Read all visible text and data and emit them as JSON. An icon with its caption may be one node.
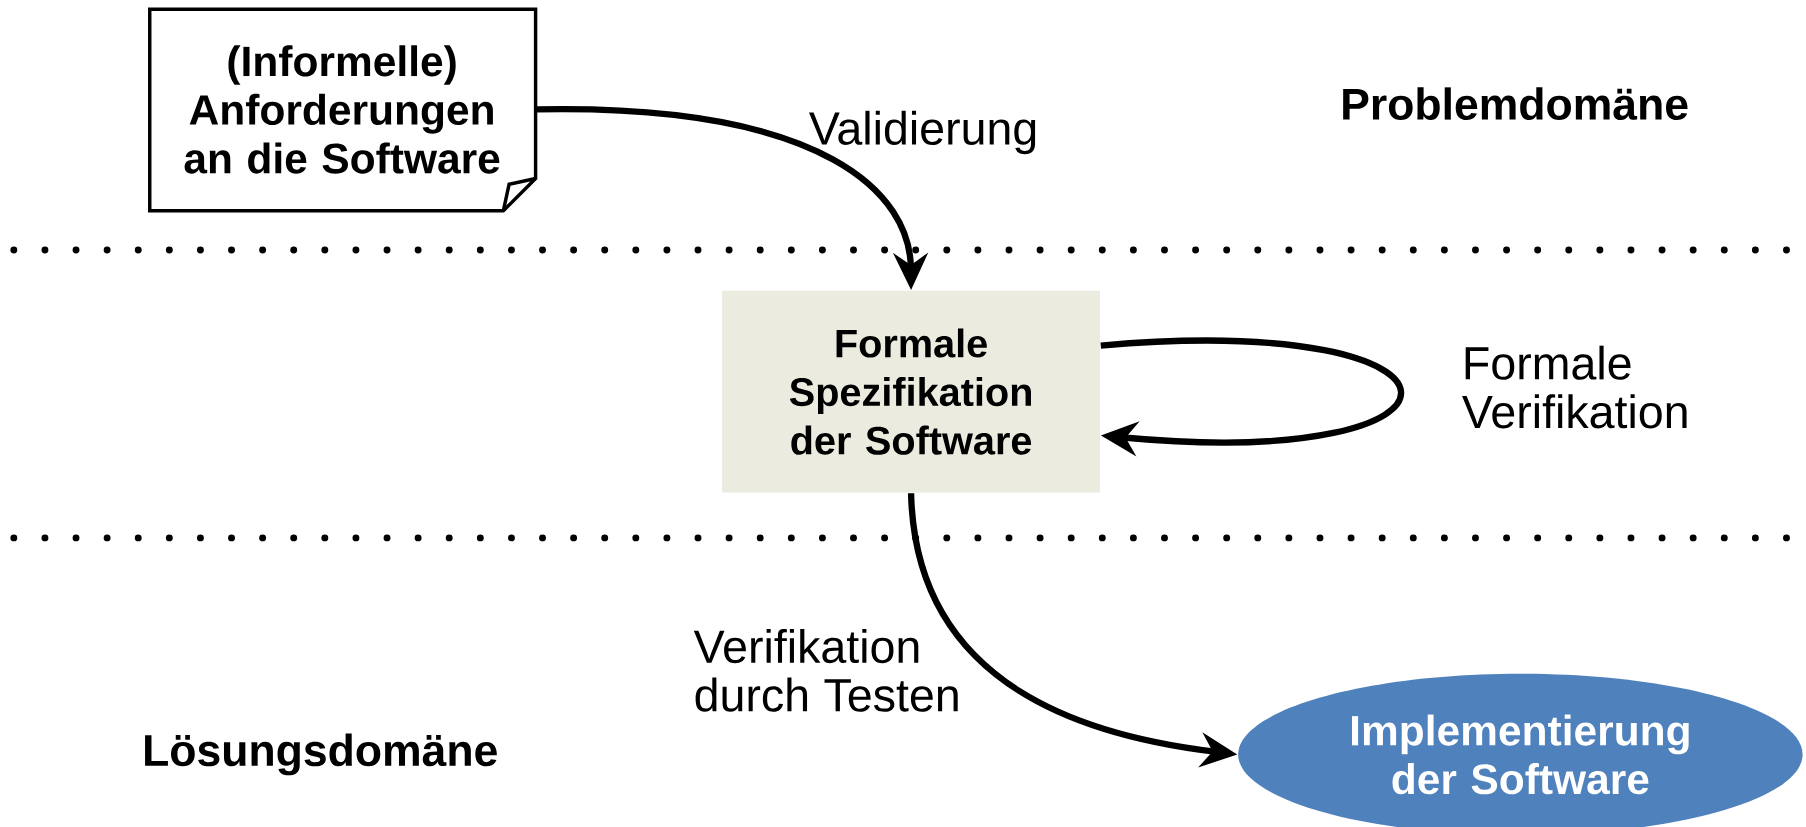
{
  "diagram": {
    "nodes": [
      {
        "text": [
          "(Informelle) Anforderungen an die Software"
        ]
      },
      {
        "text": [
          "Formale Spezifikation der Software"
        ]
      },
      {
        "text": [
          "Implementierung der Software"
        ]
      }
    ],
    "edges": [
      {
        "from": 0,
        "to": 1,
        "arrow": "to",
        "label": "Validierung"
      },
      {
        "from": 1,
        "to": 1,
        "arrow": "to",
        "label": "Formale Verifikation"
      },
      {
        "from": 1,
        "to": 2,
        "arrow": "to",
        "label": "Verifikation durch Testen"
      }
    ],
    "labels": [
      "Problemdomäne",
      "Lösungsdomäne"
    ]
  }
}
